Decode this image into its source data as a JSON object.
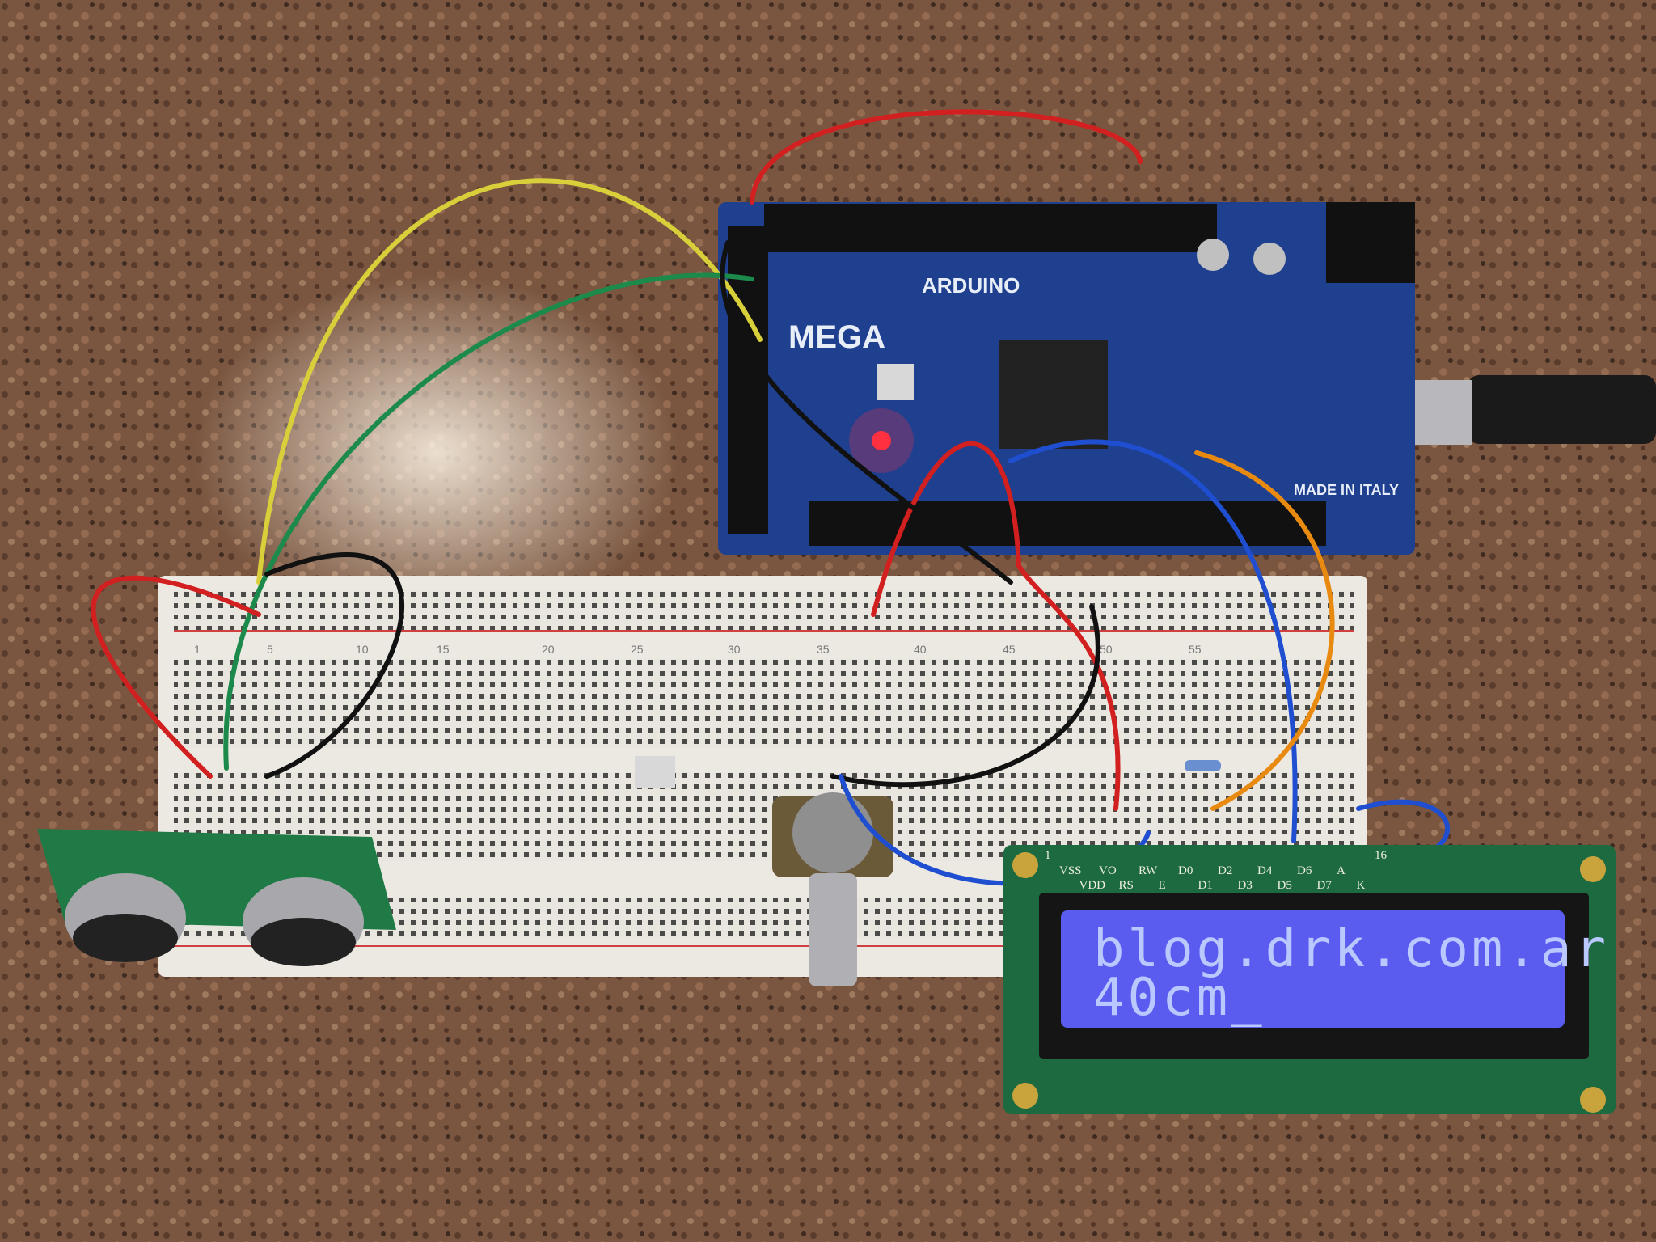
{
  "photo": {
    "lcd": {
      "line1": "blog.drk.com.ar",
      "line2": "40cm_",
      "pin_first": "1",
      "pin_last": "16",
      "pin_labels": [
        "VSS",
        "VDD",
        "VO",
        "RS",
        "RW",
        "E",
        "D0",
        "D1",
        "D2",
        "D3",
        "D4",
        "D5",
        "D6",
        "D7",
        "A",
        "K"
      ],
      "backlight_color": "#5a5cf0"
    },
    "arduino": {
      "brand": "ARDUINO",
      "model": "MEGA",
      "made_in": "MADE IN ITALY",
      "board_color": "#1f3f8f"
    },
    "breadboard": {
      "column_labels": [
        "1",
        "5",
        "10",
        "15",
        "20",
        "25",
        "30",
        "35",
        "40",
        "45",
        "50",
        "55"
      ]
    },
    "wire_colors": [
      "#d21f1f",
      "#d8cf3a",
      "#1b8a4a",
      "#111111",
      "#1f4fd0",
      "#e88a10"
    ]
  }
}
